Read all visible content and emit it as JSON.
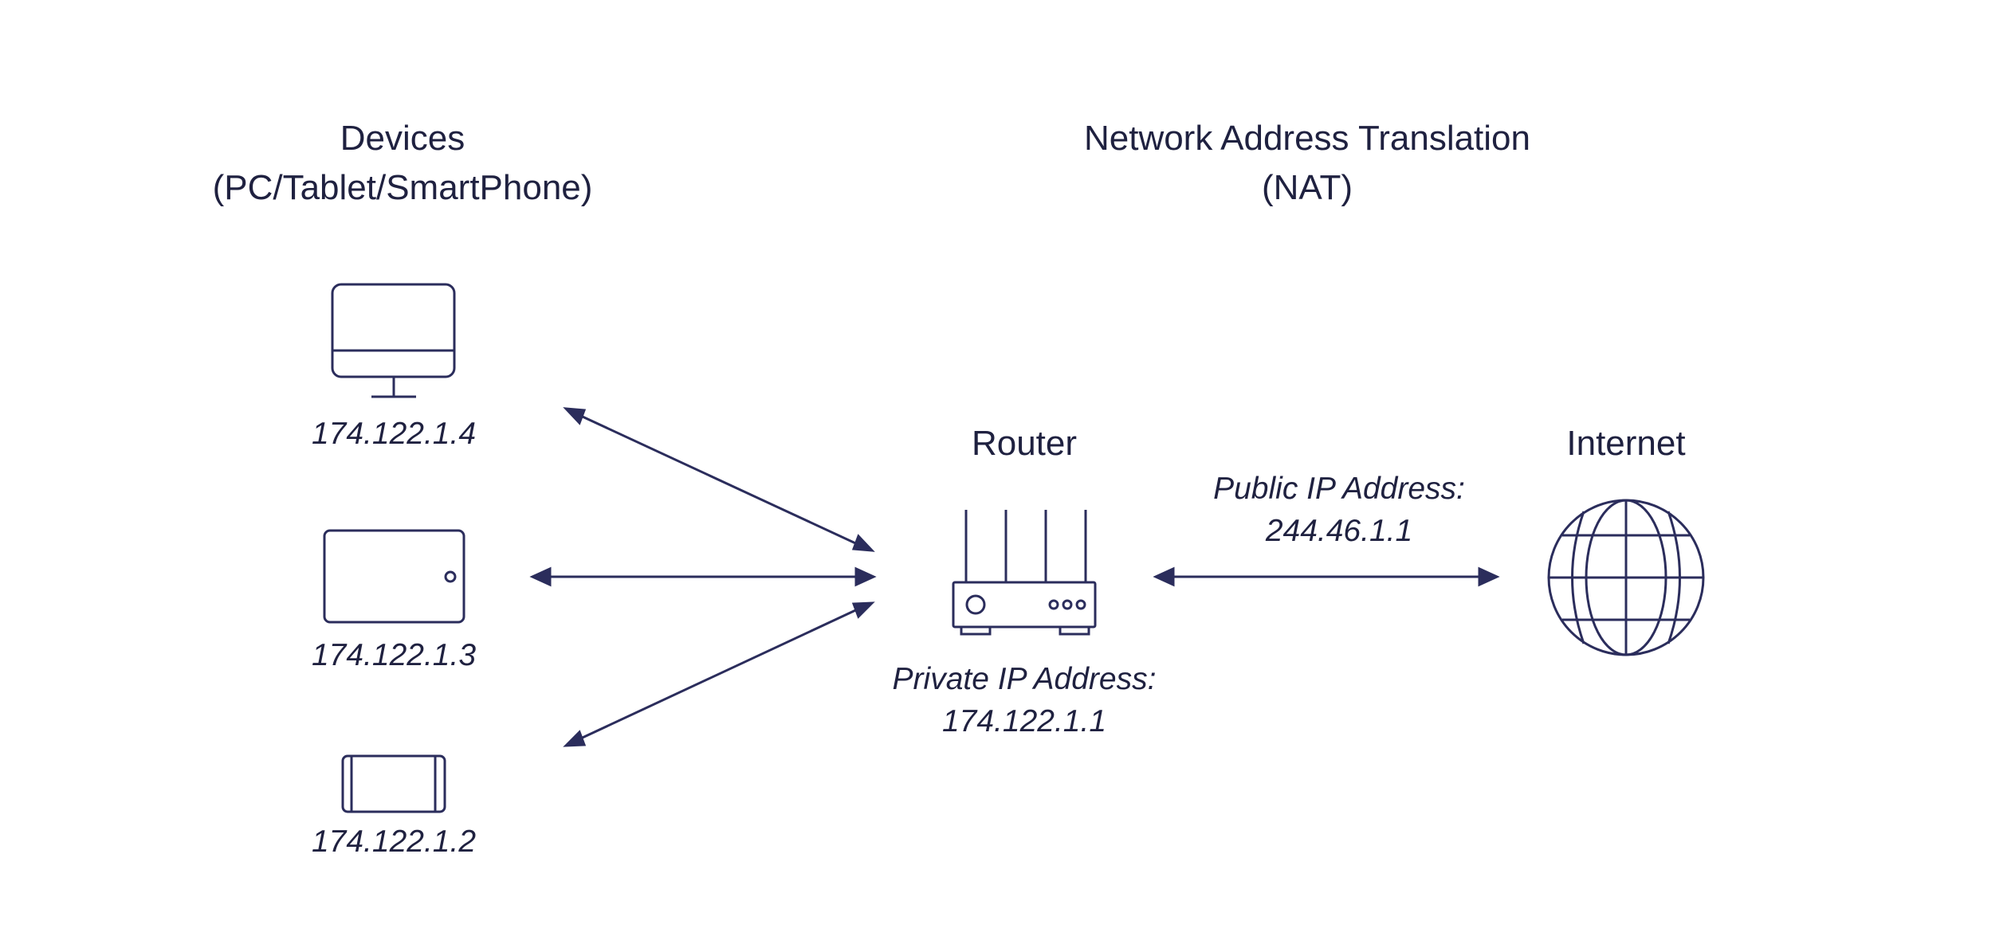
{
  "colors": {
    "ink": "#1f2140",
    "arrow": "#2b2d5c",
    "background": "#ffffff"
  },
  "devices": {
    "title_line1": "Devices",
    "title_line2": "(PC/Tablet/SmartPhone)",
    "items": [
      {
        "icon": "desktop-monitor-icon",
        "ip": "174.122.1.4"
      },
      {
        "icon": "tablet-icon",
        "ip": "174.122.1.3"
      },
      {
        "icon": "smartphone-icon",
        "ip": "174.122.1.2"
      }
    ]
  },
  "nat": {
    "title_line1": "Network Address Translation",
    "title_line2": "(NAT)"
  },
  "router": {
    "title": "Router",
    "icon": "router-icon",
    "private_label": "Private IP Address:",
    "private_ip": "174.122.1.1"
  },
  "link": {
    "public_label": "Public IP Address:",
    "public_ip": "244.46.1.1"
  },
  "internet": {
    "title": "Internet",
    "icon": "globe-icon"
  }
}
